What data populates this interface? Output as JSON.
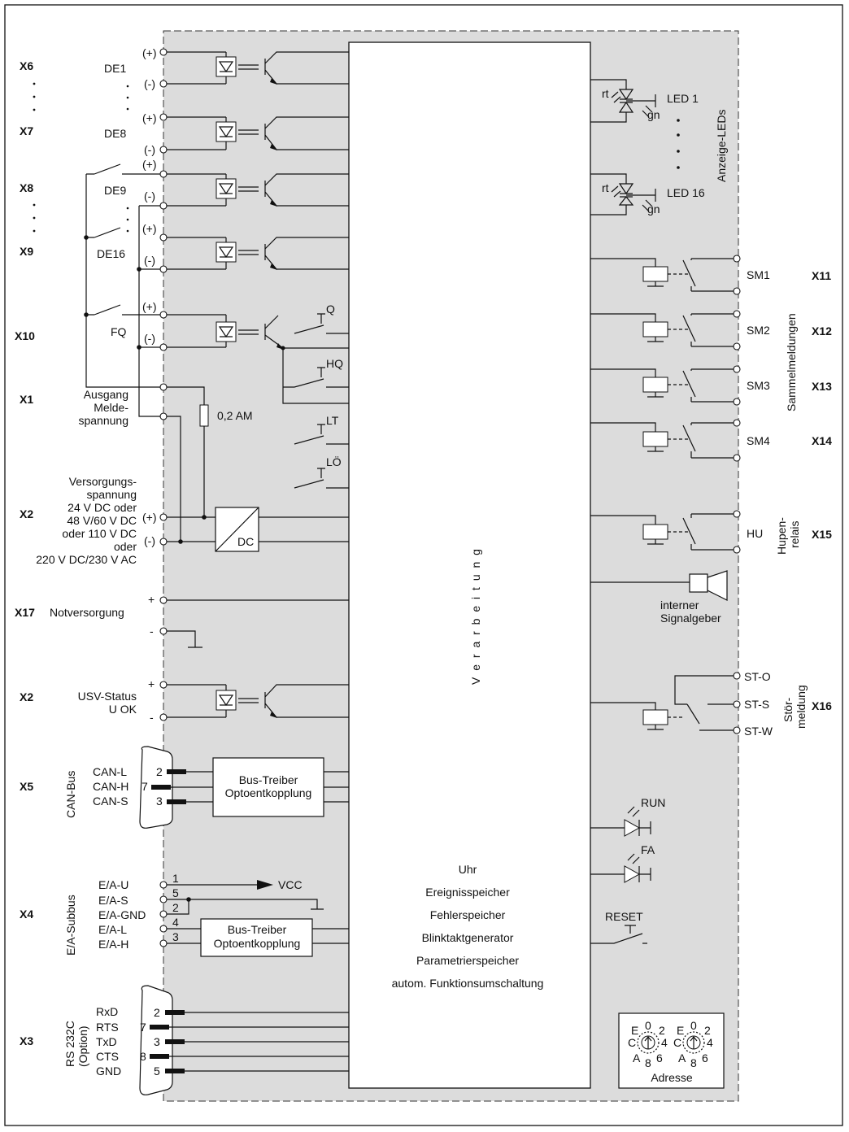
{
  "connectors": {
    "x6": "X6",
    "x7": "X7",
    "x8": "X8",
    "x9": "X9",
    "x10": "X10",
    "x1": "X1",
    "x2a": "X2",
    "x17": "X17",
    "x2b": "X2",
    "x5": "X5",
    "x4": "X4",
    "x3": "X3",
    "x11": "X11",
    "x12": "X12",
    "x13": "X13",
    "x14": "X14",
    "x15": "X15",
    "x16": "X16"
  },
  "inputs": {
    "de1": "DE1",
    "de8": "DE8",
    "de9": "DE9",
    "de16": "DE16",
    "fq": "FQ",
    "plus": "(+)",
    "minus": "(-)",
    "q": "Q",
    "hq": "HQ",
    "lt": "LT",
    "lo": "LÖ"
  },
  "supply": {
    "ausgang": "Ausgang",
    "melde": "Melde-",
    "spannung": "spannung",
    "fuse": "0,2 AM",
    "v1": "Versorgungs-",
    "v2": "spannung",
    "v3": "24 V DC oder",
    "v4": "48 V/60 V DC",
    "v5": "oder 110 V DC",
    "v6": "oder",
    "v7": "220 V DC/230 V AC",
    "dc": "DC",
    "notversorgung": "Notversorgung",
    "plus": "+",
    "minus": "-",
    "usv1": "USV-Status",
    "usv2": "U OK"
  },
  "can": {
    "bus": "CAN-Bus",
    "canl": "CAN-L",
    "canh": "CAN-H",
    "cans": "CAN-S",
    "p2": "2",
    "p7": "7",
    "p3": "3",
    "driver1": "Bus-Treiber",
    "driver2": "Optoentkopplung"
  },
  "ea": {
    "bus": "E/A-Subbus",
    "u": "E/A-U",
    "s": "E/A-S",
    "gnd": "E/A-GND",
    "l": "E/A-L",
    "h": "E/A-H",
    "p1": "1",
    "p5": "5",
    "p2": "2",
    "p4": "4",
    "p3": "3",
    "vcc": "VCC",
    "driver1": "Bus-Treiber",
    "driver2": "Optoentkopplung"
  },
  "rs232": {
    "l1": "RS 232C",
    "l2": "(Option)",
    "rxd": "RxD",
    "rts": "RTS",
    "txd": "TxD",
    "cts": "CTS",
    "gnd": "GND",
    "p2": "2",
    "p7": "7",
    "p3": "3",
    "p8": "8",
    "p5": "5"
  },
  "processing": {
    "title": "V e r a r b e i t u n g",
    "f1": "Uhr",
    "f2": "Ereignisspeicher",
    "f3": "Fehlerspeicher",
    "f4": "Blinktaktgenerator",
    "f5": "Parametrierspeicher",
    "f6": "autom. Funktionsumschaltung"
  },
  "leds": {
    "rt": "rt",
    "gn": "gn",
    "led1": "LED 1",
    "led16": "LED 16",
    "group": "Anzeige-LEDs",
    "run": "RUN",
    "fa": "FA",
    "reset": "RESET"
  },
  "relays": {
    "sm1": "SM1",
    "sm2": "SM2",
    "sm3": "SM3",
    "sm4": "SM4",
    "sammel": "Sammelmeldungen",
    "hu": "HU",
    "hup1": "Hupen-",
    "hup2": "relais",
    "signal1": "interner",
    "signal2": "Signalgeber",
    "sto": "ST-O",
    "sts": "ST-S",
    "stw": "ST-W",
    "stor1": "Stör-",
    "stor2": "meldung"
  },
  "address": {
    "label": "Adresse",
    "d0": "0",
    "d2": "2",
    "d4": "4",
    "d6": "6",
    "d8": "8",
    "dA": "A",
    "dC": "C",
    "dE": "E"
  }
}
